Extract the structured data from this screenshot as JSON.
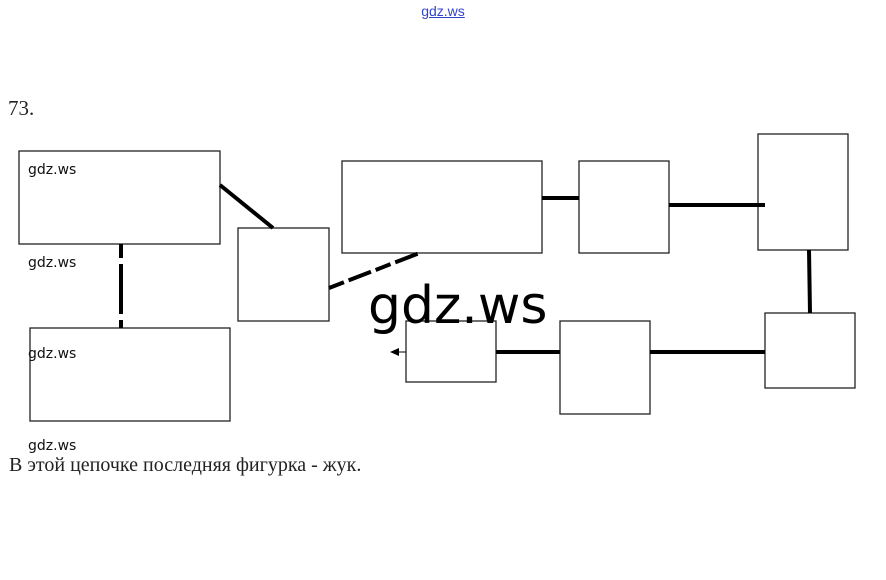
{
  "header": {
    "site_link": "gdz.ws"
  },
  "exercise": {
    "number": "73."
  },
  "watermarks": {
    "small": [
      "gdz.ws",
      "gdz.ws",
      "gdz.ws",
      "gdz.ws"
    ],
    "large": "gdz.ws"
  },
  "answer": {
    "text": "В этой цепочке последняя фигурка - жук."
  }
}
